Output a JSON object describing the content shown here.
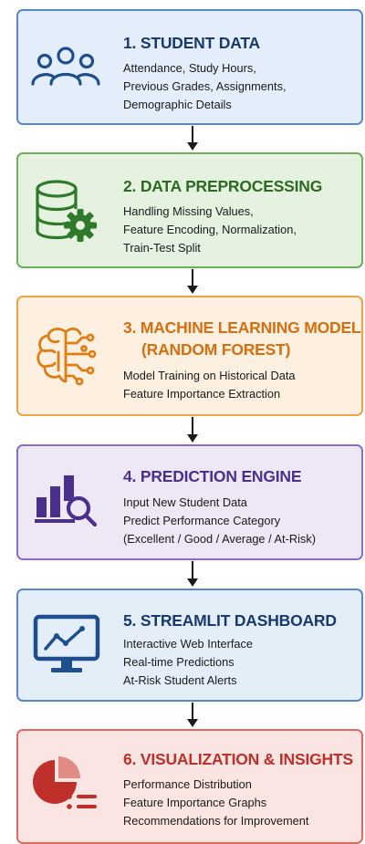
{
  "steps": [
    {
      "title": "1. STUDENT DATA",
      "lines": [
        "Attendance, Study Hours,",
        "Previous Grades, Assignments,",
        "Demographic Details"
      ],
      "icon": "users-icon",
      "colors": {
        "bg": "#e4eefb",
        "border": "#5a87c6",
        "title": "#183a6e",
        "icon": "#1f4e8f"
      }
    },
    {
      "title": "2. DATA PREPROCESSING",
      "lines": [
        "Handling Missing Values,",
        "Feature Encoding, Normalization,",
        "Train-Test Split"
      ],
      "icon": "database-gear-icon",
      "colors": {
        "bg": "#e5f2df",
        "border": "#6fae5c",
        "title": "#2d6a22",
        "icon": "#2f7a2a"
      }
    },
    {
      "title": "3. MACHINE LEARNING MODEL",
      "title2": "(RANDOM FOREST)",
      "lines": [
        "Model Training on Historical Data",
        "Feature Importance Extraction"
      ],
      "icon": "brain-circuit-icon",
      "colors": {
        "bg": "#fdf0e0",
        "border": "#eda347",
        "title": "#d56f0f",
        "icon": "#e07d12"
      }
    },
    {
      "title": "4. PREDICTION ENGINE",
      "lines": [
        "Input New Student Data",
        "Predict Performance Category",
        "(Excellent / Good / Average / At-Risk)"
      ],
      "icon": "chart-search-icon",
      "colors": {
        "bg": "#ede7f6",
        "border": "#8e6cc9",
        "title": "#4a2f8c",
        "icon": "#4a2f8c"
      }
    },
    {
      "title": "5. STREAMLIT DASHBOARD",
      "lines": [
        "Interactive Web Interface",
        "Real-time Predictions",
        "At-Risk Student Alerts"
      ],
      "icon": "monitor-chart-icon",
      "colors": {
        "bg": "#e4eef9",
        "border": "#5a87c6",
        "title": "#183a6e",
        "icon": "#1f4e8f"
      }
    },
    {
      "title": "6. VISUALIZATION & INSIGHTS",
      "lines": [
        "Performance Distribution",
        "Feature Importance Graphs",
        "Recommendations for Improvement"
      ],
      "icon": "pie-list-icon",
      "colors": {
        "bg": "#fbe5e3",
        "border": "#e06a62",
        "title": "#c0302a",
        "icon": "#c0302a"
      }
    }
  ]
}
